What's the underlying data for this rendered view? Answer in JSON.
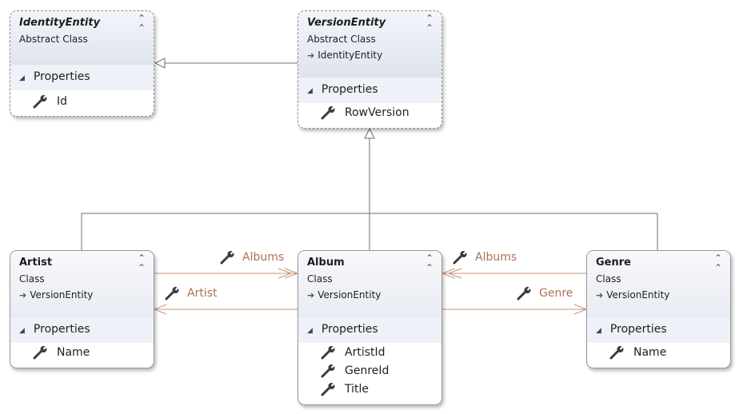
{
  "classes": {
    "identity_entity": {
      "name": "IdentityEntity",
      "kind": "Abstract Class",
      "section": "Properties",
      "properties": [
        "Id"
      ]
    },
    "version_entity": {
      "name": "VersionEntity",
      "kind": "Abstract Class",
      "base": "IdentityEntity",
      "section": "Properties",
      "properties": [
        "RowVersion"
      ]
    },
    "artist": {
      "name": "Artist",
      "kind": "Class",
      "base": "VersionEntity",
      "section": "Properties",
      "properties": [
        "Name"
      ]
    },
    "album": {
      "name": "Album",
      "kind": "Class",
      "base": "VersionEntity",
      "section": "Properties",
      "properties": [
        "ArtistId",
        "GenreId",
        "Title"
      ]
    },
    "genre": {
      "name": "Genre",
      "kind": "Class",
      "base": "VersionEntity",
      "section": "Properties",
      "properties": [
        "Name"
      ]
    }
  },
  "associations": {
    "artist_albums": "Albums",
    "album_artist": "Artist",
    "genre_albums": "Albums",
    "album_genre": "Genre"
  },
  "colors": {
    "inheritance_line": "#6e6e6e",
    "association_line": "#c49577",
    "association_label": "#ae7252"
  }
}
